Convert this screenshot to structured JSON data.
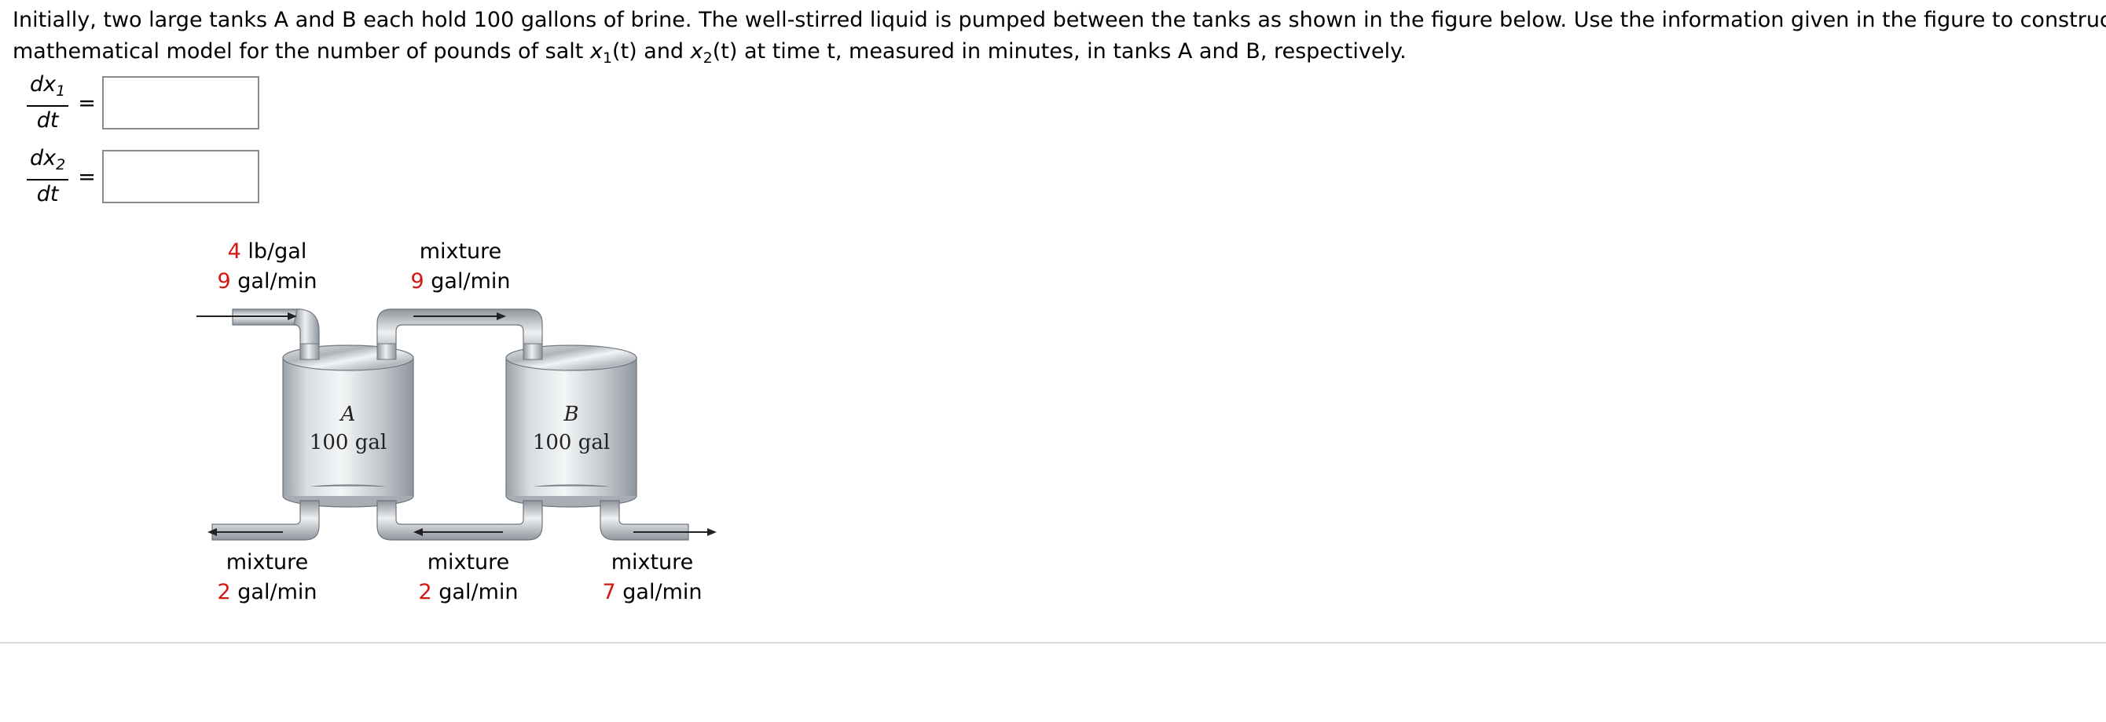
{
  "problem": {
    "line1": "Initially, two large tanks A and B each hold 100 gallons of brine. The well-stirred liquid is pumped between the tanks as shown in the figure below. Use the information given in the figure to construct a",
    "line2_pre": "mathematical model for the number of pounds of salt ",
    "x1": "x",
    "x1_sub": "1",
    "x1_arg": "(t)",
    "and": " and ",
    "x2": "x",
    "x2_sub": "2",
    "x2_arg": "(t)",
    "line2_post": " at time t, measured in minutes, in tanks A and B, respectively."
  },
  "equations": [
    {
      "num": "dx",
      "sub": "1",
      "den": "dt",
      "sign": "=",
      "value": ""
    },
    {
      "num": "dx",
      "sub": "2",
      "den": "dt",
      "sign": "=",
      "value": ""
    }
  ],
  "figure": {
    "inlet": {
      "conc_value": "4",
      "conc_unit": " lb/gal",
      "rate_value": "9",
      "rate_unit": " gal/min"
    },
    "a_to_b": {
      "label": "mixture",
      "rate_value": "9",
      "rate_unit": " gal/min"
    },
    "a_out": {
      "label": "mixture",
      "rate_value": "2",
      "rate_unit": " gal/min"
    },
    "b_to_a": {
      "label": "mixture",
      "rate_value": "2",
      "rate_unit": " gal/min"
    },
    "b_out": {
      "label": "mixture",
      "rate_value": "7",
      "rate_unit": " gal/min"
    },
    "tank_a": {
      "name": "A",
      "volume": "100 gal"
    },
    "tank_b": {
      "name": "B",
      "volume": "100 gal"
    }
  },
  "colors": {
    "highlight": "#d4170f",
    "tank_metal": "#c9ced3"
  }
}
